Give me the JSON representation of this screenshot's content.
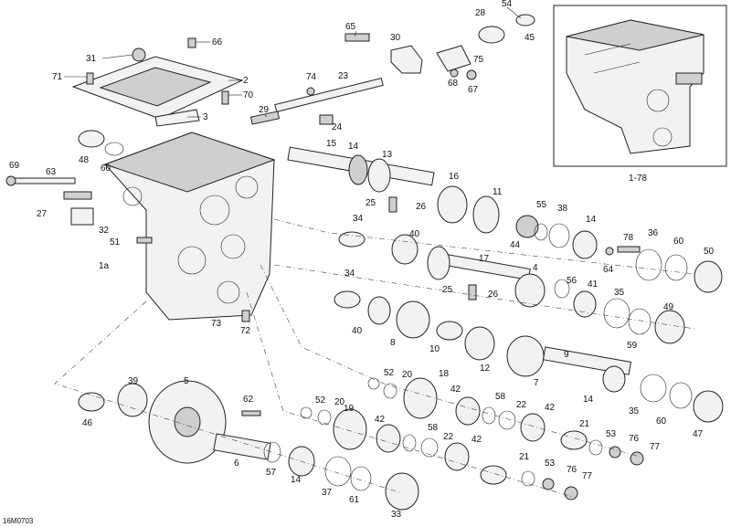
{
  "diagram": {
    "drawing_code": "16M0703",
    "inset_label": "1-78",
    "callouts": [
      {
        "id": "c66",
        "text": "66"
      },
      {
        "id": "c31",
        "text": "31"
      },
      {
        "id": "c71",
        "text": "71"
      },
      {
        "id": "c2",
        "text": "2"
      },
      {
        "id": "c70",
        "text": "70"
      },
      {
        "id": "c3",
        "text": "3"
      },
      {
        "id": "c48",
        "text": "48"
      },
      {
        "id": "c60a",
        "text": "60"
      },
      {
        "id": "c69",
        "text": "69"
      },
      {
        "id": "c63",
        "text": "63"
      },
      {
        "id": "c27",
        "text": "27"
      },
      {
        "id": "c32",
        "text": "32"
      },
      {
        "id": "c51",
        "text": "51"
      },
      {
        "id": "c1a",
        "text": "1a"
      },
      {
        "id": "c73",
        "text": "73"
      },
      {
        "id": "c72",
        "text": "72"
      },
      {
        "id": "c65",
        "text": "65"
      },
      {
        "id": "c30",
        "text": "30"
      },
      {
        "id": "c28",
        "text": "28"
      },
      {
        "id": "c54",
        "text": "54"
      },
      {
        "id": "c45",
        "text": "45"
      },
      {
        "id": "c75",
        "text": "75"
      },
      {
        "id": "c68",
        "text": "68"
      },
      {
        "id": "c67",
        "text": "67"
      },
      {
        "id": "c74",
        "text": "74"
      },
      {
        "id": "c23",
        "text": "23"
      },
      {
        "id": "c29",
        "text": "29"
      },
      {
        "id": "c24",
        "text": "24"
      },
      {
        "id": "c15",
        "text": "15"
      },
      {
        "id": "c14a",
        "text": "14"
      },
      {
        "id": "c13",
        "text": "13"
      },
      {
        "id": "c16",
        "text": "16"
      },
      {
        "id": "c11",
        "text": "11"
      },
      {
        "id": "c25a",
        "text": "25"
      },
      {
        "id": "c26a",
        "text": "26"
      },
      {
        "id": "c55",
        "text": "55"
      },
      {
        "id": "c38",
        "text": "38"
      },
      {
        "id": "c14b",
        "text": "14"
      },
      {
        "id": "c44",
        "text": "44"
      },
      {
        "id": "c34a",
        "text": "34"
      },
      {
        "id": "c40a",
        "text": "40"
      },
      {
        "id": "c17",
        "text": "17"
      },
      {
        "id": "c4",
        "text": "4"
      },
      {
        "id": "c78",
        "text": "78"
      },
      {
        "id": "c36",
        "text": "36"
      },
      {
        "id": "c60b",
        "text": "60"
      },
      {
        "id": "c50",
        "text": "50"
      },
      {
        "id": "c64",
        "text": "64"
      },
      {
        "id": "c34b",
        "text": "34"
      },
      {
        "id": "c25b",
        "text": "25"
      },
      {
        "id": "c26b",
        "text": "26"
      },
      {
        "id": "c56",
        "text": "56"
      },
      {
        "id": "c41",
        "text": "41"
      },
      {
        "id": "c35a",
        "text": "35"
      },
      {
        "id": "c49",
        "text": "49"
      },
      {
        "id": "c40b",
        "text": "40"
      },
      {
        "id": "c8",
        "text": "8"
      },
      {
        "id": "c10",
        "text": "10"
      },
      {
        "id": "c12",
        "text": "12"
      },
      {
        "id": "c9",
        "text": "9"
      },
      {
        "id": "c59",
        "text": "59"
      },
      {
        "id": "c7",
        "text": "7"
      },
      {
        "id": "c52a",
        "text": "52"
      },
      {
        "id": "c20a",
        "text": "20"
      },
      {
        "id": "c18",
        "text": "18"
      },
      {
        "id": "c14c",
        "text": "14"
      },
      {
        "id": "c35b",
        "text": "35"
      },
      {
        "id": "c60c",
        "text": "60"
      },
      {
        "id": "c47",
        "text": "47"
      },
      {
        "id": "c39",
        "text": "39"
      },
      {
        "id": "c5",
        "text": "5"
      },
      {
        "id": "c62",
        "text": "62"
      },
      {
        "id": "c46",
        "text": "46"
      },
      {
        "id": "c42a",
        "text": "42"
      },
      {
        "id": "c58a",
        "text": "58"
      },
      {
        "id": "c22a",
        "text": "22"
      },
      {
        "id": "c42b",
        "text": "42"
      },
      {
        "id": "c52b",
        "text": "52"
      },
      {
        "id": "c20b",
        "text": "20"
      },
      {
        "id": "c19",
        "text": "19"
      },
      {
        "id": "c42c",
        "text": "42"
      },
      {
        "id": "c21a",
        "text": "21"
      },
      {
        "id": "c53a",
        "text": "53"
      },
      {
        "id": "c58b",
        "text": "58"
      },
      {
        "id": "c22b",
        "text": "22"
      },
      {
        "id": "c42d",
        "text": "42"
      },
      {
        "id": "c76a",
        "text": "76"
      },
      {
        "id": "c77a",
        "text": "77"
      },
      {
        "id": "c6",
        "text": "6"
      },
      {
        "id": "c57",
        "text": "57"
      },
      {
        "id": "c14d",
        "text": "14"
      },
      {
        "id": "c37",
        "text": "37"
      },
      {
        "id": "c21b",
        "text": "21"
      },
      {
        "id": "c53b",
        "text": "53"
      },
      {
        "id": "c76b",
        "text": "76"
      },
      {
        "id": "c77b",
        "text": "77"
      },
      {
        "id": "c61",
        "text": "61"
      },
      {
        "id": "c33",
        "text": "33"
      }
    ]
  }
}
